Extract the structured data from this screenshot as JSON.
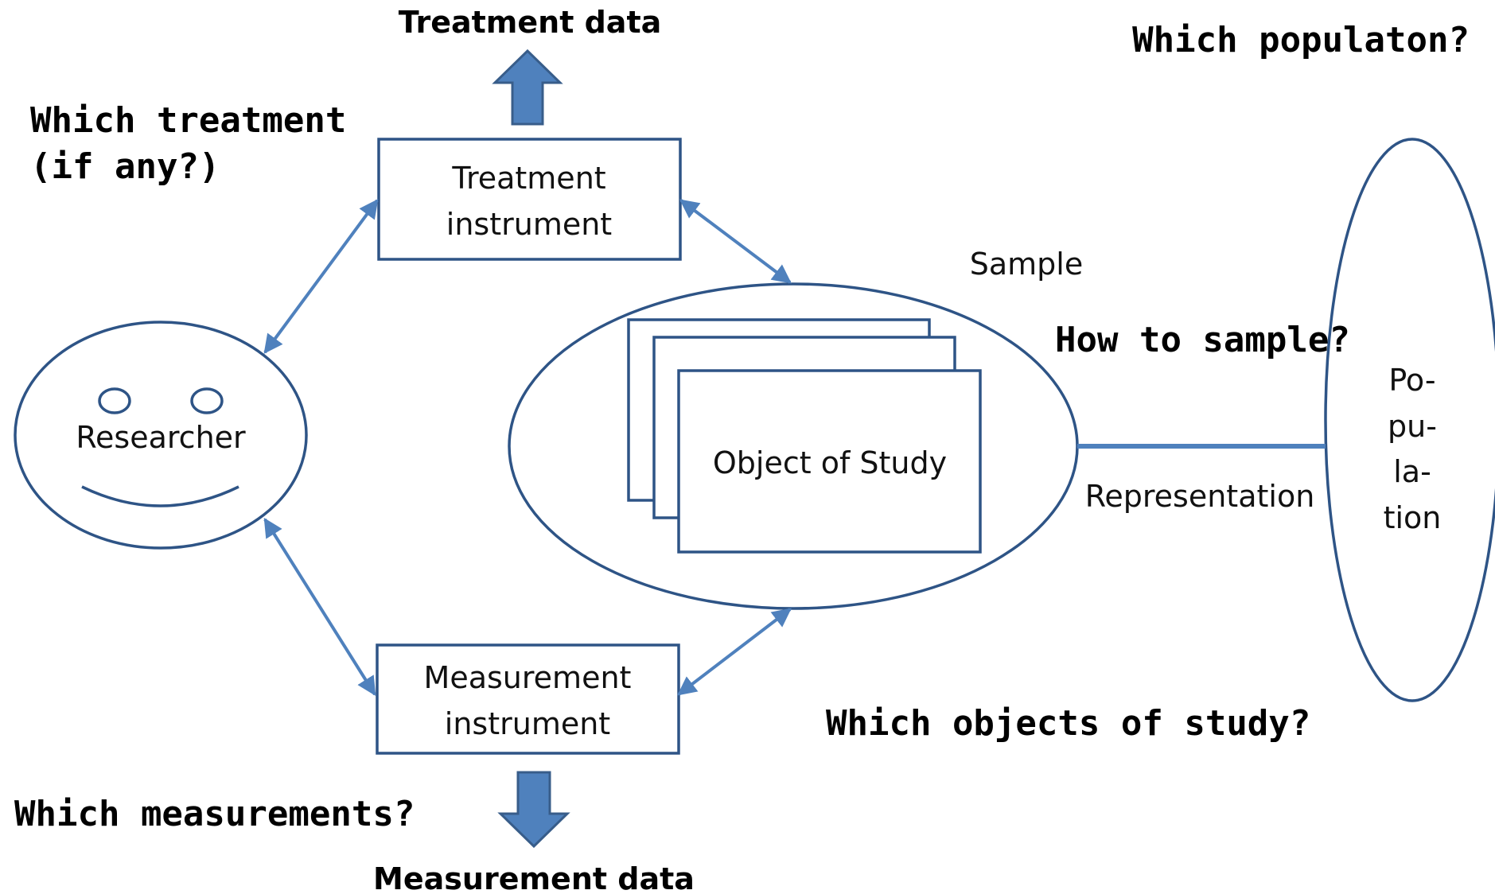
{
  "nodes": {
    "researcher": "Researcher",
    "treatment_instrument": [
      "Treatment",
      "instrument"
    ],
    "measurement_instrument": [
      "Measurement",
      "instrument"
    ],
    "object_of_study": "Object of Study",
    "population": [
      "Po-",
      "pu-",
      "la-",
      "tion"
    ]
  },
  "labels": {
    "treatment_data": "Treatment data",
    "measurement_data": "Measurement data",
    "sample": "Sample",
    "representation": "Representation"
  },
  "questions": {
    "which_treatment": [
      "Which treatment",
      "(if any?)"
    ],
    "which_population": "Which populaton?",
    "how_to_sample": "How to sample?",
    "which_objects": "Which objects of study?",
    "which_measurements": "Which measurements?"
  },
  "colors": {
    "shape_stroke": "#2e5486",
    "connector": "#4f81bd"
  }
}
